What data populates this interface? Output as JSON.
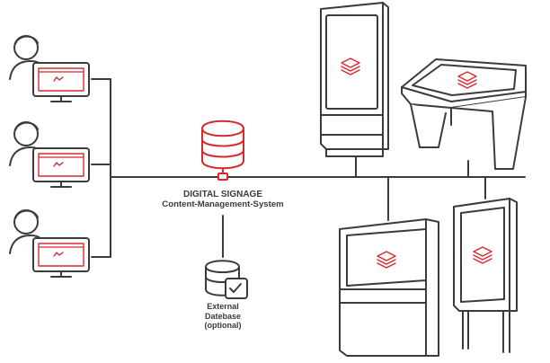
{
  "cms": {
    "title": "DIGITAL SIGNAGE",
    "subtitle": "Content-Management-System"
  },
  "external_db": {
    "line1": "External",
    "line2": "Datebase",
    "line3": "(optional)"
  },
  "colors": {
    "line": "#3b3b3b",
    "accent": "#d7282f",
    "fill": "#ffffff"
  },
  "icons": {
    "user": "person-icon",
    "workstation": "computer-monitor-icon",
    "server": "database-server-icon",
    "external_database": "database-check-icon",
    "content_layers": "stacked-layers-icon"
  }
}
